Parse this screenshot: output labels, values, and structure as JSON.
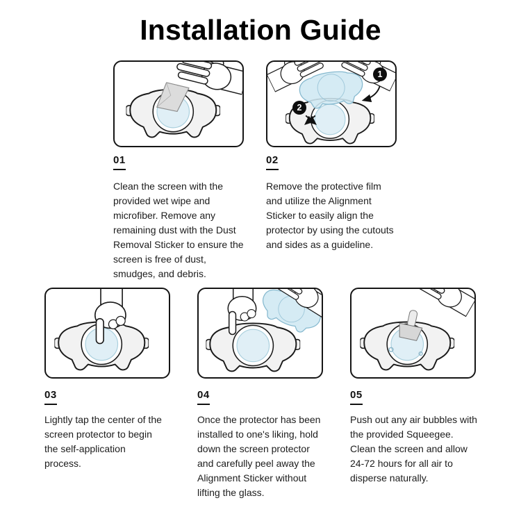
{
  "page": {
    "title": "Installation Guide"
  },
  "steps": [
    {
      "number": "01",
      "description": "Clean the screen with the provided wet wipe and microfiber. Remove any remaining dust with the Dust Removal Sticker to ensure the screen is free of dust, smudges, and debris."
    },
    {
      "number": "02",
      "description": "Remove the protective film and utilize the Alignment Sticker to easily align the protector by using the cutouts and sides as a guideline."
    },
    {
      "number": "03",
      "description": "Lightly tap the center of the screen protector to begin the self-application process."
    },
    {
      "number": "04",
      "description": "Once the protector has been installed to one's liking, hold down the screen protector and carefully peel away the Alignment Sticker without lifting the glass."
    },
    {
      "number": "05",
      "description": "Push out any air bubbles with the provided Squeegee. Clean the screen and allow 24-72 hours for all air to disperse naturally."
    }
  ],
  "illustrations": {
    "step2_badges": [
      "1",
      "2"
    ]
  },
  "colors": {
    "outline": "#111111",
    "device_fill": "#f2f2f2",
    "film_fill": "#cfe8f3",
    "text": "#1c1c1c"
  }
}
